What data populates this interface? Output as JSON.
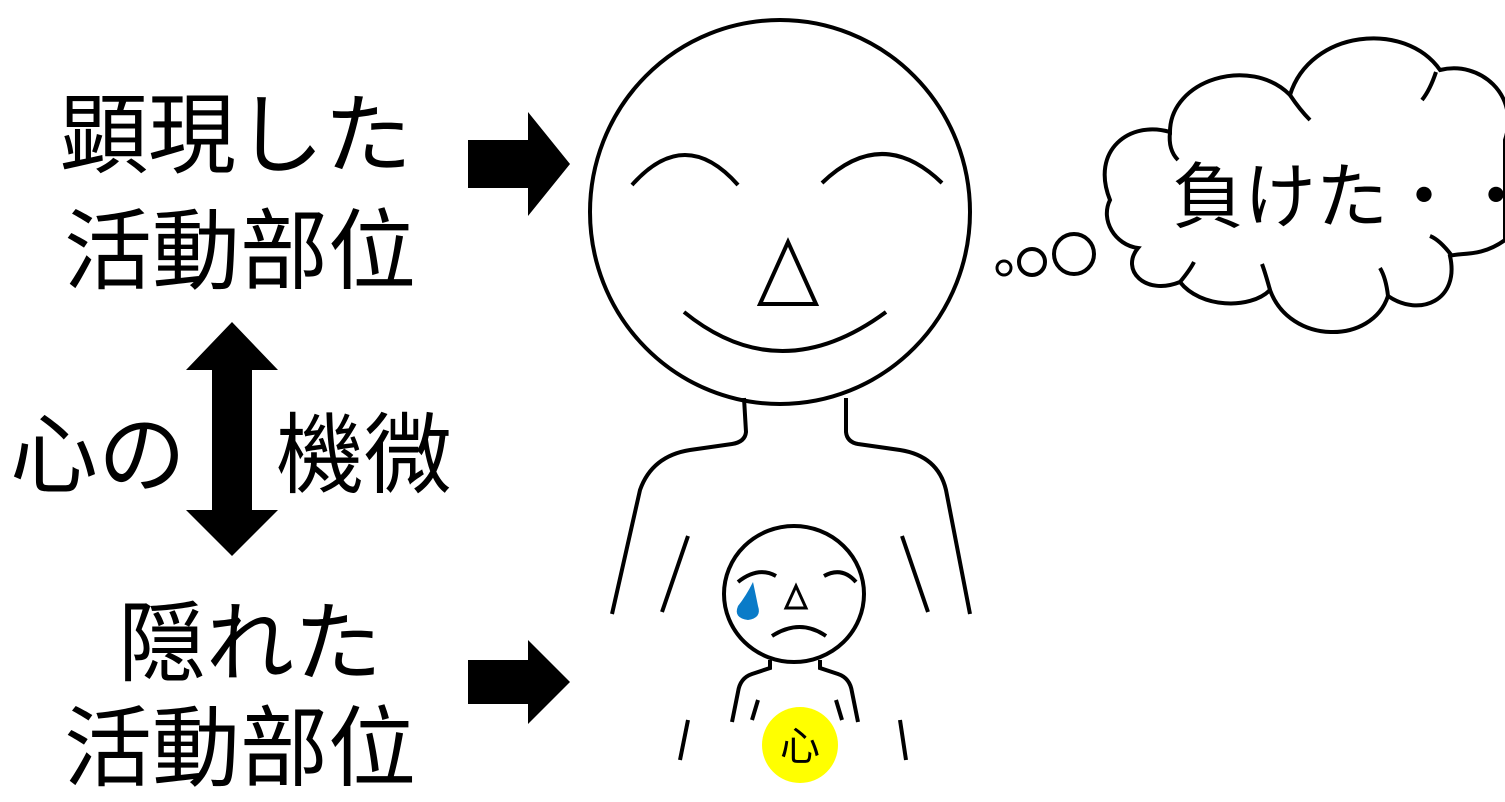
{
  "labels": {
    "manifest_line1": "顕現した",
    "manifest_line2": "活動部位",
    "subtle_left": "心の",
    "subtle_right": "機微",
    "hidden_line1": "隠れた",
    "hidden_line2": "活動部位",
    "thought": "負けた・・・",
    "heart": "心"
  },
  "colors": {
    "line": "#000000",
    "heart_fill": "#ffff00",
    "tear_fill": "#0a7bc8",
    "background": "#ffffff"
  },
  "icons": {
    "right_arrow": "right-arrow-icon",
    "double_arrow": "up-down-arrow-icon",
    "tear": "tear-drop-icon"
  }
}
